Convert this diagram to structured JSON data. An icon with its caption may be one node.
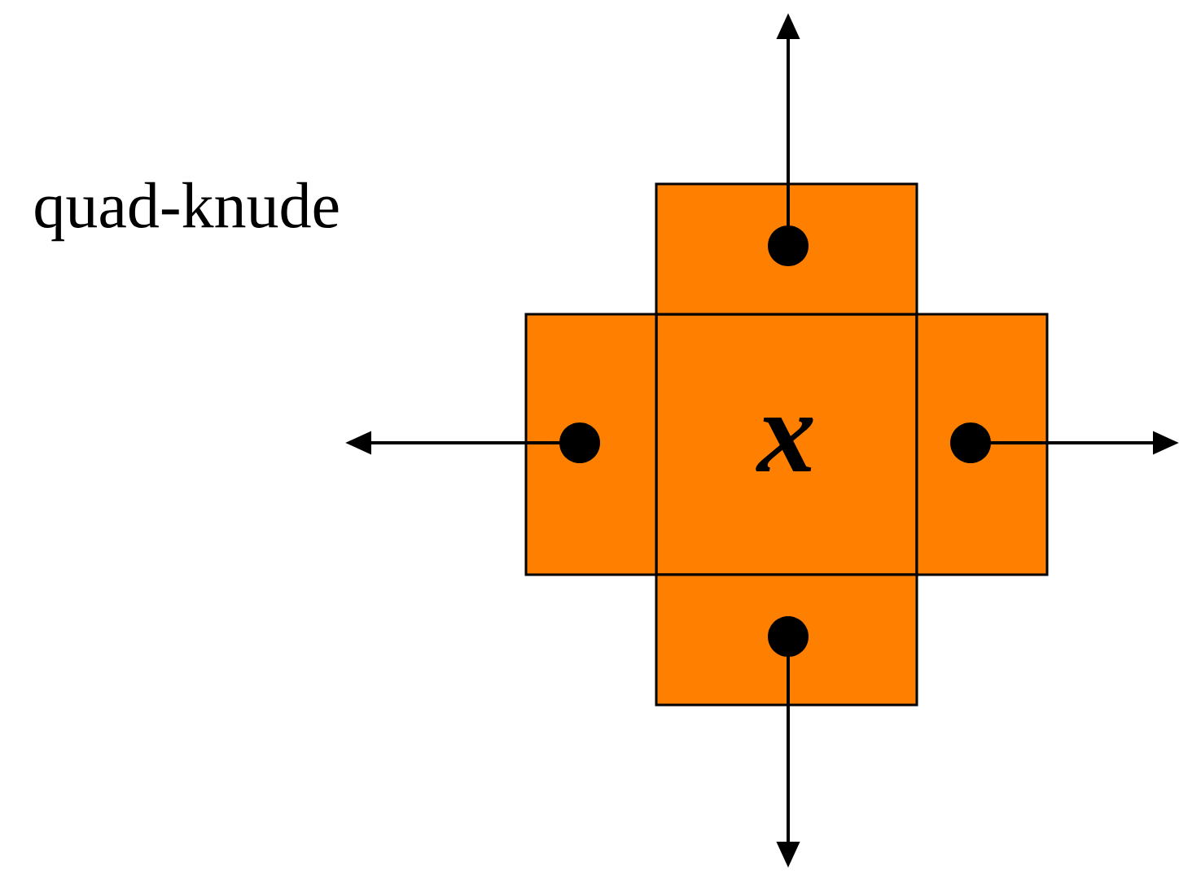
{
  "diagram": {
    "nodes": [
      {
        "text": [
          "x"
        ]
      },
      {
        "text": [],
        "shape": "box"
      },
      {
        "text": [],
        "shape": "box"
      },
      {
        "text": [],
        "shape": "box"
      },
      {
        "text": [],
        "shape": "box"
      }
    ],
    "edges": [
      {
        "from": 1,
        "to": null,
        "arrow": "to"
      },
      {
        "from": 2,
        "to": null,
        "arrow": "to"
      },
      {
        "from": 3,
        "to": null,
        "arrow": "to"
      },
      {
        "from": 4,
        "to": null,
        "arrow": "to"
      }
    ],
    "labels": [
      "quad-knude"
    ]
  }
}
